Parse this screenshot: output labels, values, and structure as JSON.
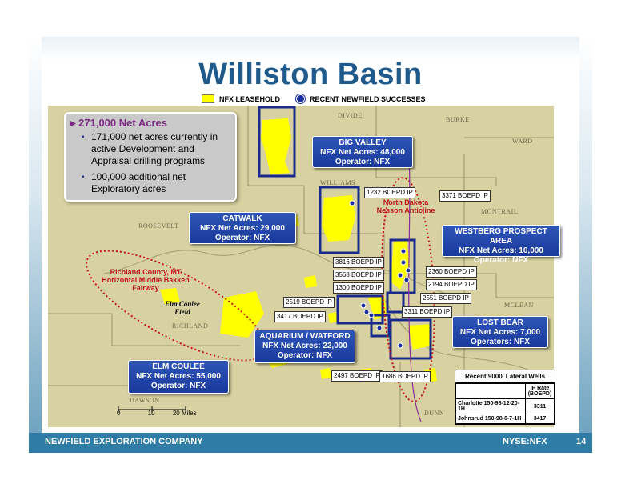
{
  "title": "Williston Basin",
  "legend": {
    "leasehold": "NFX LEASEHOLD",
    "successes": "RECENT NEWFIELD SUCCESSES"
  },
  "colors": {
    "title": "#1f5a8c",
    "leasehold": "#ffff00",
    "box_blue": "#1a3a9c",
    "antiline_red": "#c0141c",
    "map_bg": "#d8d2a2",
    "footer": "#2f7ca6"
  },
  "infobox": {
    "heading": "271,000 Net Acres",
    "bullets": [
      "171,000 net acres currently in active Development and Appraisal drilling programs",
      "100,000 additional net Exploratory acres"
    ]
  },
  "counties": {
    "divide": "DIVIDE",
    "burke": "BURKE",
    "ward": "WARD",
    "williams": "WILLIAMS",
    "mountrail": "MONTRAIL",
    "roosevelt": "ROOSEVELT",
    "mclean": "MCLEAN",
    "richland": "RICHLAND",
    "dawson": "DAWSON",
    "dunn": "DUNN"
  },
  "areas": {
    "big_valley": {
      "name": "BIG VALLEY",
      "acres": "NFX Net Acres: 48,000",
      "operator": "Operator: NFX"
    },
    "catwalk": {
      "name": "CATWALK",
      "acres": "NFX Net Acres: 29,000",
      "operator": "Operator: NFX"
    },
    "westberg": {
      "name": "WESTBERG PROSPECT AREA",
      "acres": "NFX Net Acres: 10,000",
      "operator": "Operator: NFX"
    },
    "lost_bear": {
      "name": "LOST BEAR",
      "acres": "NFX Net Acres: 7,000",
      "operator": "Operators: NFX"
    },
    "aquarium": {
      "name": "AQUARIUM / WATFORD",
      "acres": "NFX Net Acres: 22,000",
      "operator": "Operator: NFX"
    },
    "elm_coulee": {
      "name": "ELM COULEE",
      "acres": "NFX Net Acres: 55,000",
      "operator": "Operator: NFX"
    }
  },
  "ip_labels": {
    "ip1232": "1232 BOEPD IP",
    "ip3371": "3371 BOEPD IP",
    "ip3816": "3816 BOEPD IP",
    "ip3568": "3568 BOEPD IP",
    "ip1300": "1300 BOEPD IP",
    "ip2360": "2360 BOEPD IP",
    "ip2194": "2194 BOEPD IP",
    "ip2551": "2551 BOEPD IP",
    "ip2519": "2519 BOEPD IP",
    "ip3417": "3417 BOEPD IP",
    "ip3311": "3311 BOEPD IP",
    "ip2497": "2497 BOEPD IP",
    "ip1686": "1686 BOEPD IP"
  },
  "annotations": {
    "nesson": "North Dakota Nesson Anticline",
    "richland_fairway": "Richland County, MT Horizontal Middle Bakken Fairway",
    "elm_coulee_field": "Elm Coulee Field"
  },
  "wells_table": {
    "title": "Recent 9000' Lateral Wells",
    "header": "IP Rate (BOEPD)",
    "rows": [
      {
        "well": "Charlotte 150-98-12-20-1H",
        "ip": "3311"
      },
      {
        "well": "Johnsrud 150-98-6-7-1H",
        "ip": "3417"
      }
    ]
  },
  "scale": {
    "zero": "0",
    "ten": "10",
    "twenty": "20 Miles"
  },
  "footer": {
    "company": "NEWFIELD EXPLORATION COMPANY",
    "ticker": "NYSE:NFX",
    "page": "14"
  }
}
